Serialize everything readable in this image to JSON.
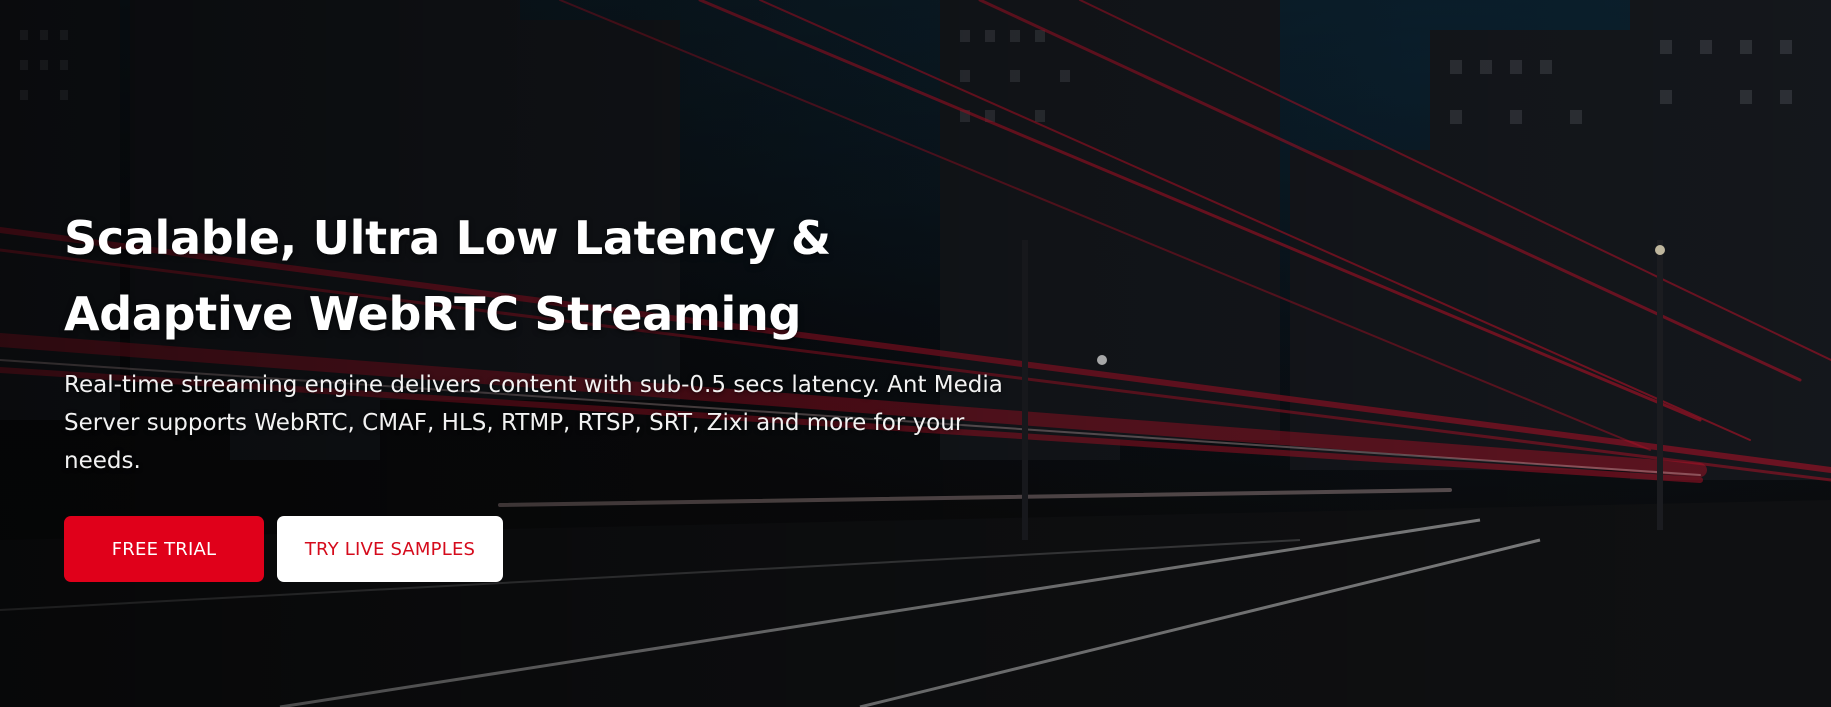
{
  "hero": {
    "headline_line1": "Scalable, Ultra Low Latency &",
    "headline_line2": "Adaptive WebRTC Streaming",
    "description": "Real-time streaming engine delivers content with sub-0.5 secs latency. Ant Media Server supports WebRTC, CMAF, HLS, RTMP, RTSP, SRT, Zixi and more for your needs.",
    "background_image": "night-city-street-light-trails"
  },
  "buttons": {
    "free_trial": "FREE TRIAL",
    "live_samples": "TRY LIVE SAMPLES"
  },
  "colors": {
    "accent_red": "#e0001a",
    "secondary_text_red": "#d50b1c",
    "white": "#ffffff"
  }
}
